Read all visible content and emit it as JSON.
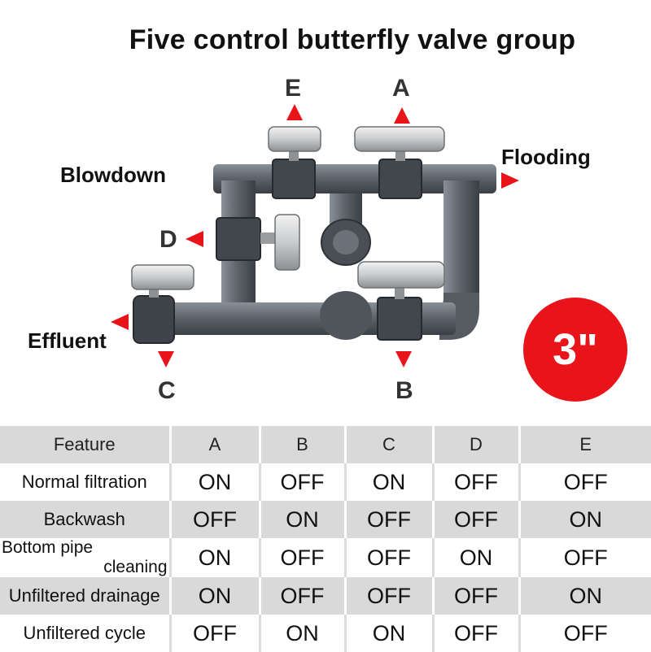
{
  "title": "Five control butterfly valve group",
  "valve_labels": {
    "a": "A",
    "b": "B",
    "c": "C",
    "d": "D",
    "e": "E"
  },
  "port_labels": {
    "blowdown": "Blowdown",
    "flooding": "Flooding",
    "effluent": "Effluent"
  },
  "size_badge": "3\"",
  "colors": {
    "arrow": "#e8141a",
    "badge": "#e8141a",
    "pipe": "#5b6168",
    "table_band": "#d9d9d9"
  },
  "table": {
    "header": [
      "Feature",
      "A",
      "B",
      "C",
      "D",
      "E"
    ],
    "rows": [
      {
        "feature": "Normal filtration",
        "values": [
          "ON",
          "OFF",
          "ON",
          "OFF",
          "OFF"
        ]
      },
      {
        "feature": "Backwash",
        "values": [
          "OFF",
          "ON",
          "OFF",
          "OFF",
          "ON"
        ]
      },
      {
        "feature_line1": "Bottom pipe",
        "feature_line2": "cleaning",
        "values": [
          "ON",
          "OFF",
          "OFF",
          "ON",
          "OFF"
        ]
      },
      {
        "feature": "Unfiltered drainage",
        "values": [
          "ON",
          "OFF",
          "OFF",
          "OFF",
          "ON"
        ]
      },
      {
        "feature": "Unfiltered cycle",
        "values": [
          "OFF",
          "ON",
          "ON",
          "OFF",
          "OFF"
        ]
      }
    ]
  }
}
